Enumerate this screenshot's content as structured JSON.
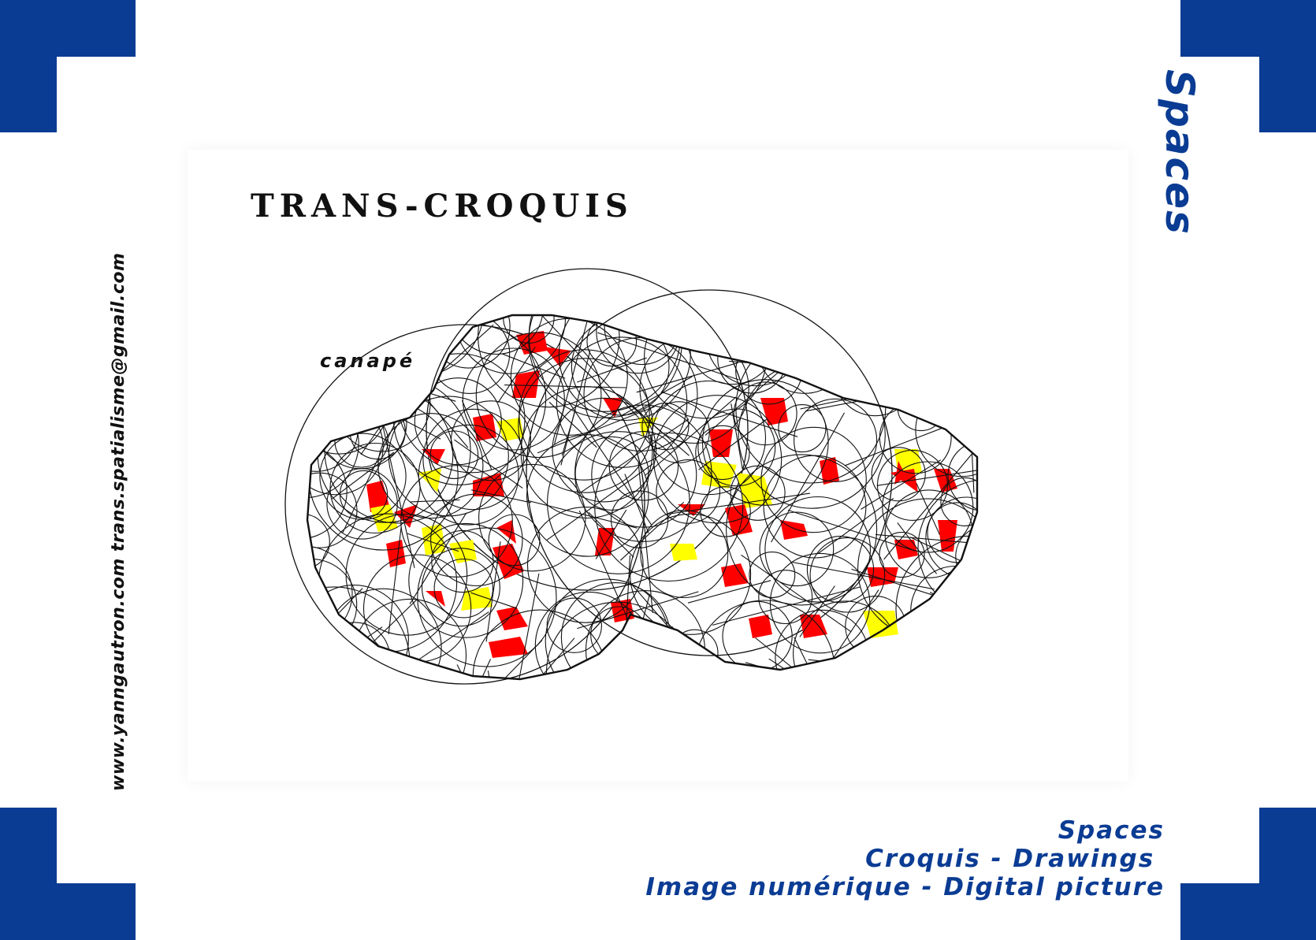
{
  "side_title": "Spaces",
  "contact": "www.yanngautron.com trans.spatialisme@gmail.com",
  "picture": {
    "title": "TRANS-CROQUIS",
    "label": "canapé"
  },
  "caption": {
    "line1": "Spaces",
    "line2": "Croquis - Drawings ",
    "line3": "Image numérique - Digital picture"
  },
  "colors": {
    "brand_blue": "#0b3c94",
    "accent_red": "#ff0000",
    "accent_yellow": "#ffff00",
    "wire": "#111111"
  }
}
